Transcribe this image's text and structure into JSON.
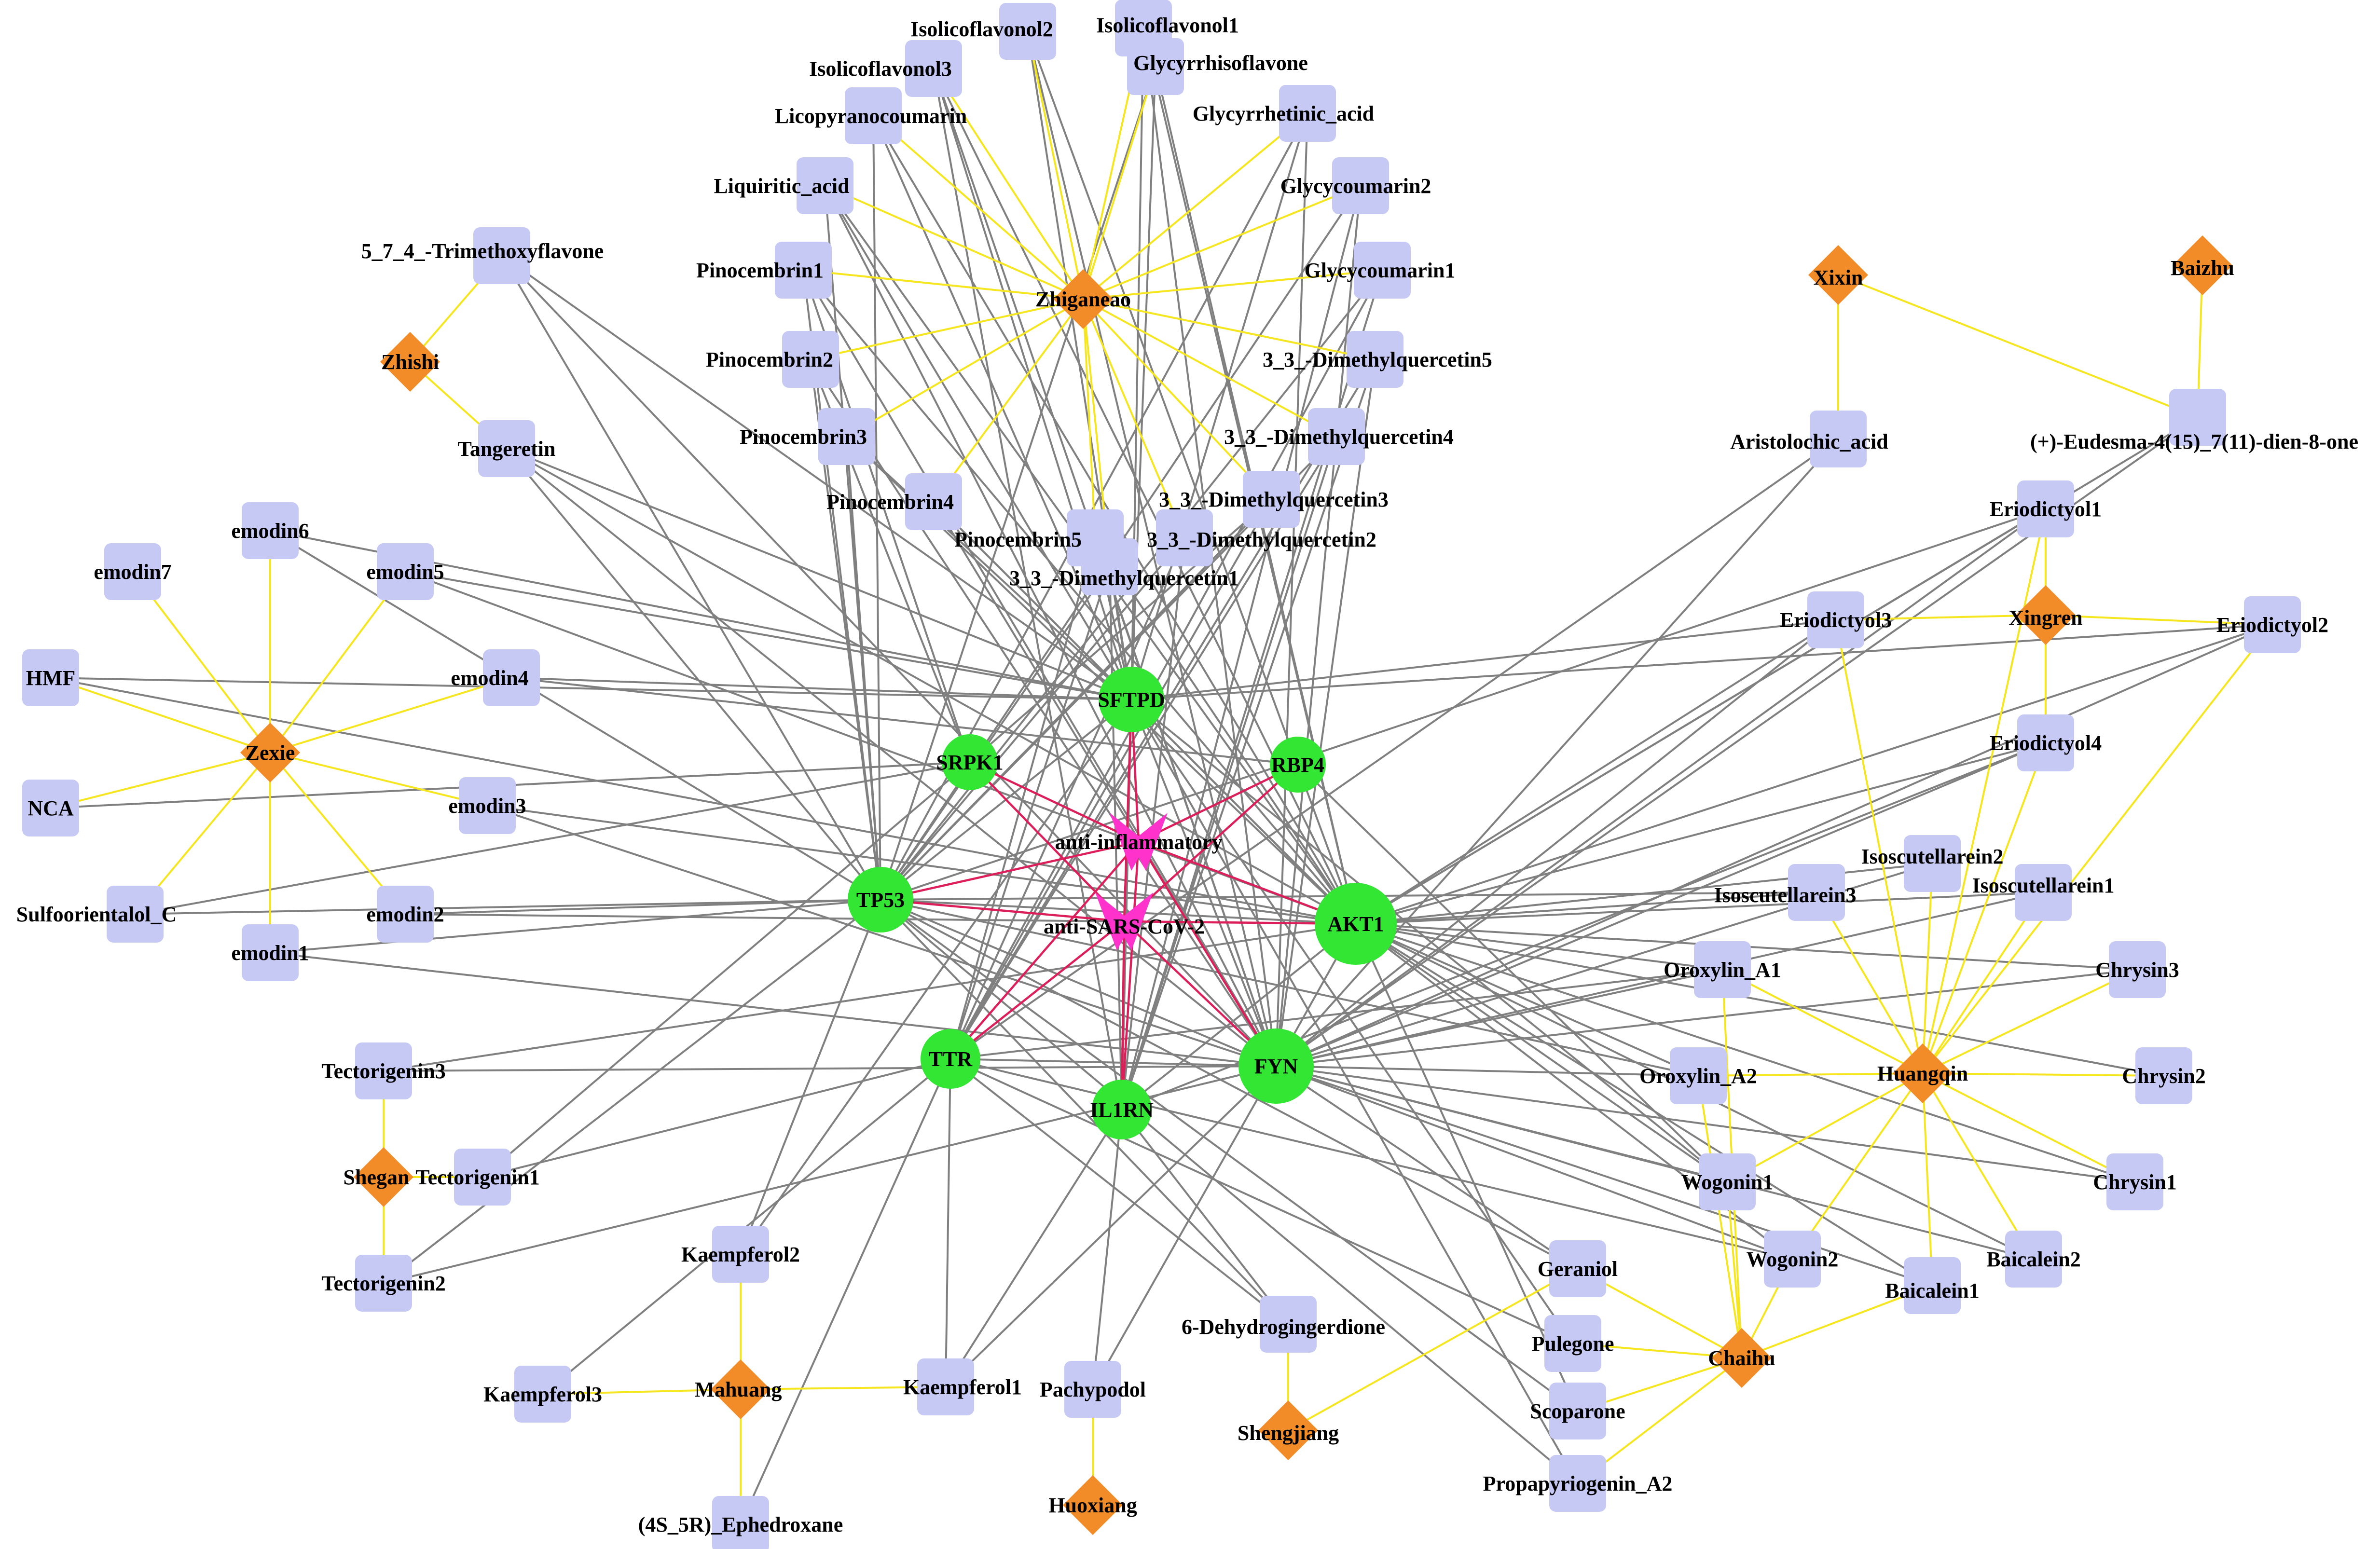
{
  "colors": {
    "compound": "#c7c9f5",
    "herb": "#f28c28",
    "target": "#33e633",
    "disease": "#ff33cc",
    "edge_gray": "#808080",
    "edge_yellow": "#f5e620",
    "edge_red": "#dc1f5a"
  },
  "node_types": {
    "compound": "rounded-square",
    "herb": "diamond",
    "target": "circle",
    "disease": "v-shape"
  },
  "nodes": [
    {
      "id": "Isolicoflavonol2",
      "type": "compound"
    },
    {
      "id": "Isolicoflavonol1",
      "type": "compound"
    },
    {
      "id": "Glycyrrhisoflavone",
      "type": "compound"
    },
    {
      "id": "Isolicoflavonol3",
      "type": "compound"
    },
    {
      "id": "Licopyranocoumarin",
      "type": "compound"
    },
    {
      "id": "Glycyrrhetinic_acid",
      "type": "compound"
    },
    {
      "id": "Liquiritic_acid",
      "type": "compound"
    },
    {
      "id": "Glycycoumarin2",
      "type": "compound"
    },
    {
      "id": "Pinocembrin1",
      "type": "compound"
    },
    {
      "id": "Glycycoumarin1",
      "type": "compound"
    },
    {
      "id": "Pinocembrin2",
      "type": "compound"
    },
    {
      "id": "3_3_-Dimethylquercetin5",
      "type": "compound"
    },
    {
      "id": "Pinocembrin3",
      "type": "compound"
    },
    {
      "id": "3_3_-Dimethylquercetin4",
      "type": "compound"
    },
    {
      "id": "Pinocembrin4",
      "type": "compound"
    },
    {
      "id": "3_3_-Dimethylquercetin3",
      "type": "compound"
    },
    {
      "id": "Pinocembrin5",
      "type": "compound"
    },
    {
      "id": "3_3_-Dimethylquercetin2",
      "type": "compound"
    },
    {
      "id": "3_3_-Dimethylquercetin1",
      "type": "compound"
    },
    {
      "id": "5_7_4_-Trimethoxyflavone",
      "type": "compound"
    },
    {
      "id": "Tangeretin",
      "type": "compound"
    },
    {
      "id": "emodin6",
      "type": "compound"
    },
    {
      "id": "emodin7",
      "type": "compound"
    },
    {
      "id": "emodin5",
      "type": "compound"
    },
    {
      "id": "HMF",
      "type": "compound"
    },
    {
      "id": "emodin4",
      "type": "compound"
    },
    {
      "id": "NCA",
      "type": "compound"
    },
    {
      "id": "emodin3",
      "type": "compound"
    },
    {
      "id": "Sulfoorientalol_C",
      "type": "compound"
    },
    {
      "id": "emodin2",
      "type": "compound"
    },
    {
      "id": "emodin1",
      "type": "compound"
    },
    {
      "id": "Tectorigenin3",
      "type": "compound"
    },
    {
      "id": "Tectorigenin1",
      "type": "compound"
    },
    {
      "id": "Tectorigenin2",
      "type": "compound"
    },
    {
      "id": "Kaempferol2",
      "type": "compound"
    },
    {
      "id": "Kaempferol3",
      "type": "compound"
    },
    {
      "id": "Kaempferol1",
      "type": "compound"
    },
    {
      "id": "(4S_5R)_Ephedroxane",
      "type": "compound"
    },
    {
      "id": "Pachypodol",
      "type": "compound"
    },
    {
      "id": "6-Dehydrogingerdione",
      "type": "compound"
    },
    {
      "id": "Geraniol",
      "type": "compound"
    },
    {
      "id": "Pulegone",
      "type": "compound"
    },
    {
      "id": "Scoparone",
      "type": "compound"
    },
    {
      "id": "Propapyriogenin_A2",
      "type": "compound"
    },
    {
      "id": "Aristolochic_acid",
      "type": "compound"
    },
    {
      "id": "(+)-Eudesma-4(15)_7(11)-dien-8-one",
      "type": "compound"
    },
    {
      "id": "Eriodictyol1",
      "type": "compound"
    },
    {
      "id": "Eriodictyol3",
      "type": "compound"
    },
    {
      "id": "Eriodictyol2",
      "type": "compound"
    },
    {
      "id": "Eriodictyol4",
      "type": "compound"
    },
    {
      "id": "Isoscutellarein2",
      "type": "compound"
    },
    {
      "id": "Isoscutellarein3",
      "type": "compound"
    },
    {
      "id": "Isoscutellarein1",
      "type": "compound"
    },
    {
      "id": "Oroxylin_A1",
      "type": "compound"
    },
    {
      "id": "Chrysin3",
      "type": "compound"
    },
    {
      "id": "Oroxylin_A2",
      "type": "compound"
    },
    {
      "id": "Chrysin2",
      "type": "compound"
    },
    {
      "id": "Wogonin1",
      "type": "compound"
    },
    {
      "id": "Chrysin1",
      "type": "compound"
    },
    {
      "id": "Wogonin2",
      "type": "compound"
    },
    {
      "id": "Baicalein2",
      "type": "compound"
    },
    {
      "id": "Baicalein1",
      "type": "compound"
    },
    {
      "id": "Zhiganeao",
      "type": "herb"
    },
    {
      "id": "Zhishi",
      "type": "herb"
    },
    {
      "id": "Zexie",
      "type": "herb"
    },
    {
      "id": "Shegan",
      "type": "herb"
    },
    {
      "id": "Mahuang",
      "type": "herb"
    },
    {
      "id": "Huoxiang",
      "type": "herb"
    },
    {
      "id": "Shengjiang",
      "type": "herb"
    },
    {
      "id": "Chaihu",
      "type": "herb"
    },
    {
      "id": "Huangqin",
      "type": "herb"
    },
    {
      "id": "Xixin",
      "type": "herb"
    },
    {
      "id": "Baizhu",
      "type": "herb"
    },
    {
      "id": "Xingren",
      "type": "herb"
    },
    {
      "id": "SFTPD",
      "type": "target"
    },
    {
      "id": "SRPK1",
      "type": "target"
    },
    {
      "id": "RBP4",
      "type": "target"
    },
    {
      "id": "TP53",
      "type": "target"
    },
    {
      "id": "AKT1",
      "type": "target"
    },
    {
      "id": "TTR",
      "type": "target"
    },
    {
      "id": "FYN",
      "type": "target"
    },
    {
      "id": "IL1RN",
      "type": "target"
    },
    {
      "id": "anti-inflammatory",
      "type": "disease"
    },
    {
      "id": "anti-SARS-CoV-2",
      "type": "disease"
    }
  ]
}
